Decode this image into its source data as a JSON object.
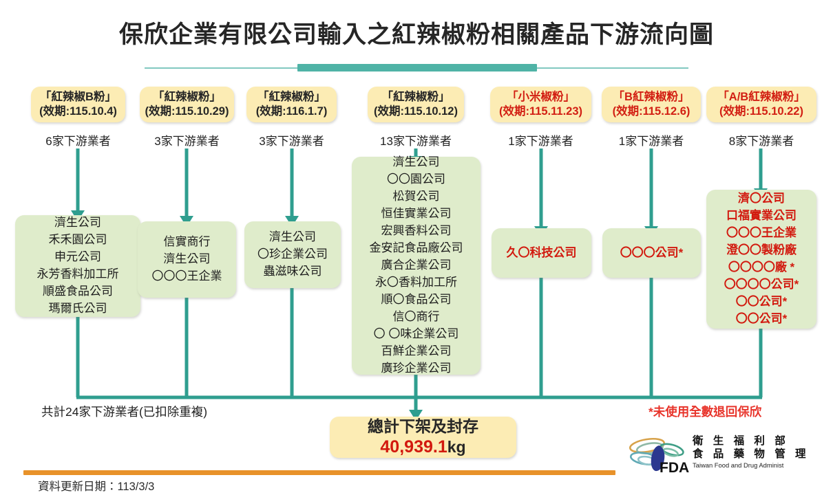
{
  "title": "保欣企業有限公司輸入之紅辣椒粉相關產品下游流向圖",
  "colors": {
    "teal": "#2f9e8f",
    "product_box": "#fcecb4",
    "firm_box": "#dfeccb",
    "red_text": "#d2190e",
    "footer_bar": "#e8922a"
  },
  "columns": [
    {
      "product_name": "「紅辣椒B粉」",
      "expiry": "(效期:115.10.4)",
      "product_red": false,
      "count_label": "6家下游業者",
      "firms": [
        "濟生公司",
        "禾禾園公司",
        "申元公司",
        "永芳香料加工所",
        "順盛食品公司",
        "瑪爾氏公司"
      ],
      "firms_red": false
    },
    {
      "product_name": "「紅辣椒粉」",
      "expiry": "(效期:115.10.29)",
      "product_red": false,
      "count_label": "3家下游業者",
      "firms": [
        "信實商行",
        "濟生公司",
        "〇〇〇王企業"
      ],
      "firms_red": false
    },
    {
      "product_name": "「紅辣椒粉」",
      "expiry": "(效期:116.1.7)",
      "product_red": false,
      "count_label": "3家下游業者",
      "firms": [
        "濟生公司",
        "〇珍企業公司",
        "蟲滋味公司"
      ],
      "firms_red": false
    },
    {
      "product_name": "「紅辣椒粉」",
      "expiry": "(效期:115.10.12)",
      "product_red": false,
      "count_label": "13家下游業者",
      "firms": [
        "濟生公司",
        "〇〇園公司",
        "松賀公司",
        "恒佳實業公司",
        "宏興香料公司",
        "金安記食品廠公司",
        "廣合企業公司",
        "永〇香料加工所",
        "順〇食品公司",
        "信〇商行",
        "〇 〇味企業公司",
        "百鮮企業公司",
        "廣珍企業公司"
      ],
      "firms_red": false
    },
    {
      "product_name": "「小米椒粉」",
      "expiry": "(效期:115.11.23)",
      "product_red": true,
      "count_label": "1家下游業者",
      "firms": [
        "久〇科技公司"
      ],
      "firms_red": true
    },
    {
      "product_name": "「B紅辣椒粉」",
      "expiry": "(效期:115.12.6)",
      "product_red": true,
      "count_label": "1家下游業者",
      "firms": [
        "〇〇〇公司*"
      ],
      "firms_red": true
    },
    {
      "product_name": "「A/B紅辣椒粉」",
      "expiry": "(效期:115.10.22)",
      "product_red": true,
      "count_label": "8家下游業者",
      "firms": [
        "濟〇公司",
        "口福實業公司",
        "〇〇〇王企業",
        "澄〇〇製粉廠",
        "〇〇〇〇廠 *",
        "〇〇〇〇公司*",
        "〇〇公司*",
        "〇〇公司*"
      ],
      "firms_red": true
    }
  ],
  "summary_note_left": "共計24家下游業者(已扣除重複)",
  "summary_note_right": "*未使用全數退回保欣",
  "total": {
    "label": "總計下架及封存",
    "value": "40,939.1",
    "unit": "kg"
  },
  "footer": {
    "date_label": "資料更新日期：113/3/3"
  },
  "logo": {
    "cn_line1": "衛 生 福 利 部",
    "cn_line2": "食 品 藥 物 管 理",
    "en_line": "Taiwan Food and Drug Administ",
    "mark_text": "FDA"
  }
}
